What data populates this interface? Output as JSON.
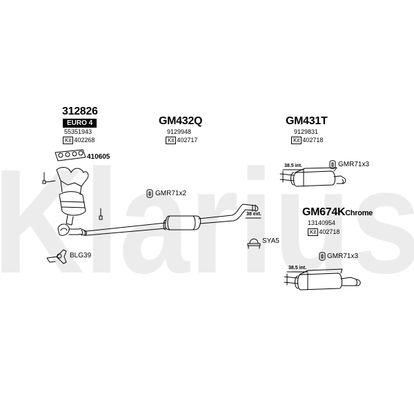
{
  "watermark": {
    "text": "Klarius",
    "color": "#ececec"
  },
  "parts": {
    "p312826": {
      "code": "312826",
      "badge": "EURO 4",
      "oe": "55351943",
      "kit_label": "Kit",
      "kit": "402268"
    },
    "p410605": {
      "code": "410605"
    },
    "pGM432Q": {
      "code": "GM432Q",
      "oe": "9129948",
      "kit_label": "Kit",
      "kit": "402717"
    },
    "pGM431T": {
      "code": "GM431T",
      "oe": "9129831",
      "kit_label": "Kit",
      "kit": "402718"
    },
    "pGM674K": {
      "code": "GM674K",
      "suffix": "Chrome",
      "oe": "13140954",
      "kit_label": "Kit",
      "kit": "402718"
    },
    "pGMR71x2": {
      "code": "GMR71x2"
    },
    "pGMR71x3a": {
      "code": "GMR71x3"
    },
    "pGMR71x3b": {
      "code": "GMR71x3"
    },
    "pSYA5": {
      "code": "SYA5"
    },
    "pBLG39": {
      "code": "BLG39"
    }
  },
  "dims": {
    "d1": "38.5 int.",
    "d2": "38 ext.",
    "d3": "38.5 int."
  }
}
